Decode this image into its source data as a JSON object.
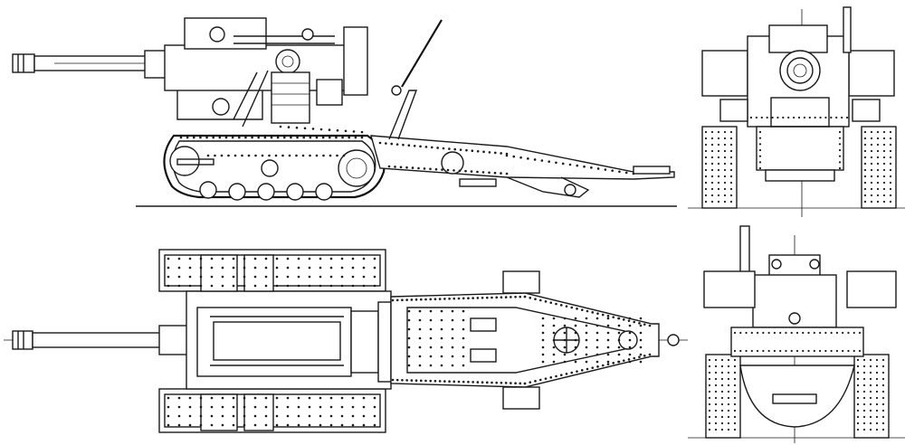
{
  "drawing": {
    "subject": "",
    "views": [
      {
        "key": "side",
        "label": ""
      },
      {
        "key": "top",
        "label": ""
      },
      {
        "key": "rear",
        "label": ""
      },
      {
        "key": "front",
        "label": ""
      }
    ],
    "ink_color": "#1a1a1a",
    "paper_color": "#ffffff"
  }
}
